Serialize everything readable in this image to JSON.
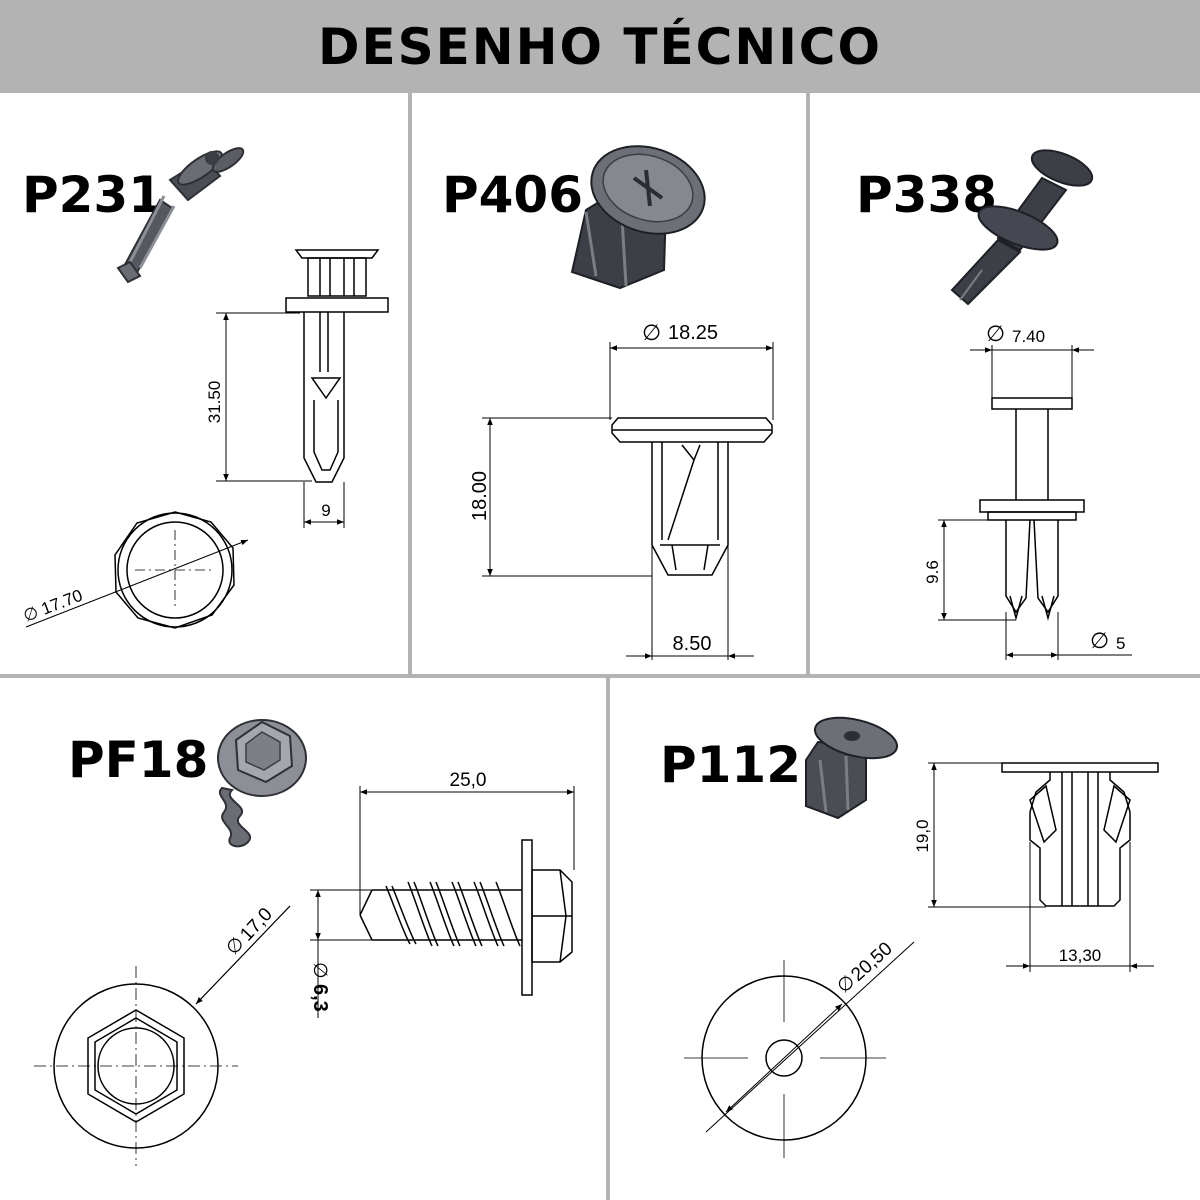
{
  "header": {
    "title": "DESENHO TÉCNICO"
  },
  "parts": [
    {
      "code": "P231",
      "dims": [
        "31.50",
        "9",
        "17.70"
      ]
    },
    {
      "code": "P406",
      "dims": [
        "18.25",
        "18.00",
        "8.50"
      ]
    },
    {
      "code": "P338",
      "dims": [
        "7.40",
        "9.6",
        "5"
      ]
    },
    {
      "code": "PF18",
      "dims": [
        "25,0",
        "17,0",
        "6,3"
      ]
    },
    {
      "code": "P112",
      "dims": [
        "19,0",
        "13,30",
        "20,50"
      ]
    }
  ],
  "symbols": {
    "diameter": "∅"
  },
  "colors": {
    "header_bg": "#b3b3b3",
    "line": "#000000",
    "part_fill": "#4a4d54",
    "part_light": "#8c8f96"
  }
}
